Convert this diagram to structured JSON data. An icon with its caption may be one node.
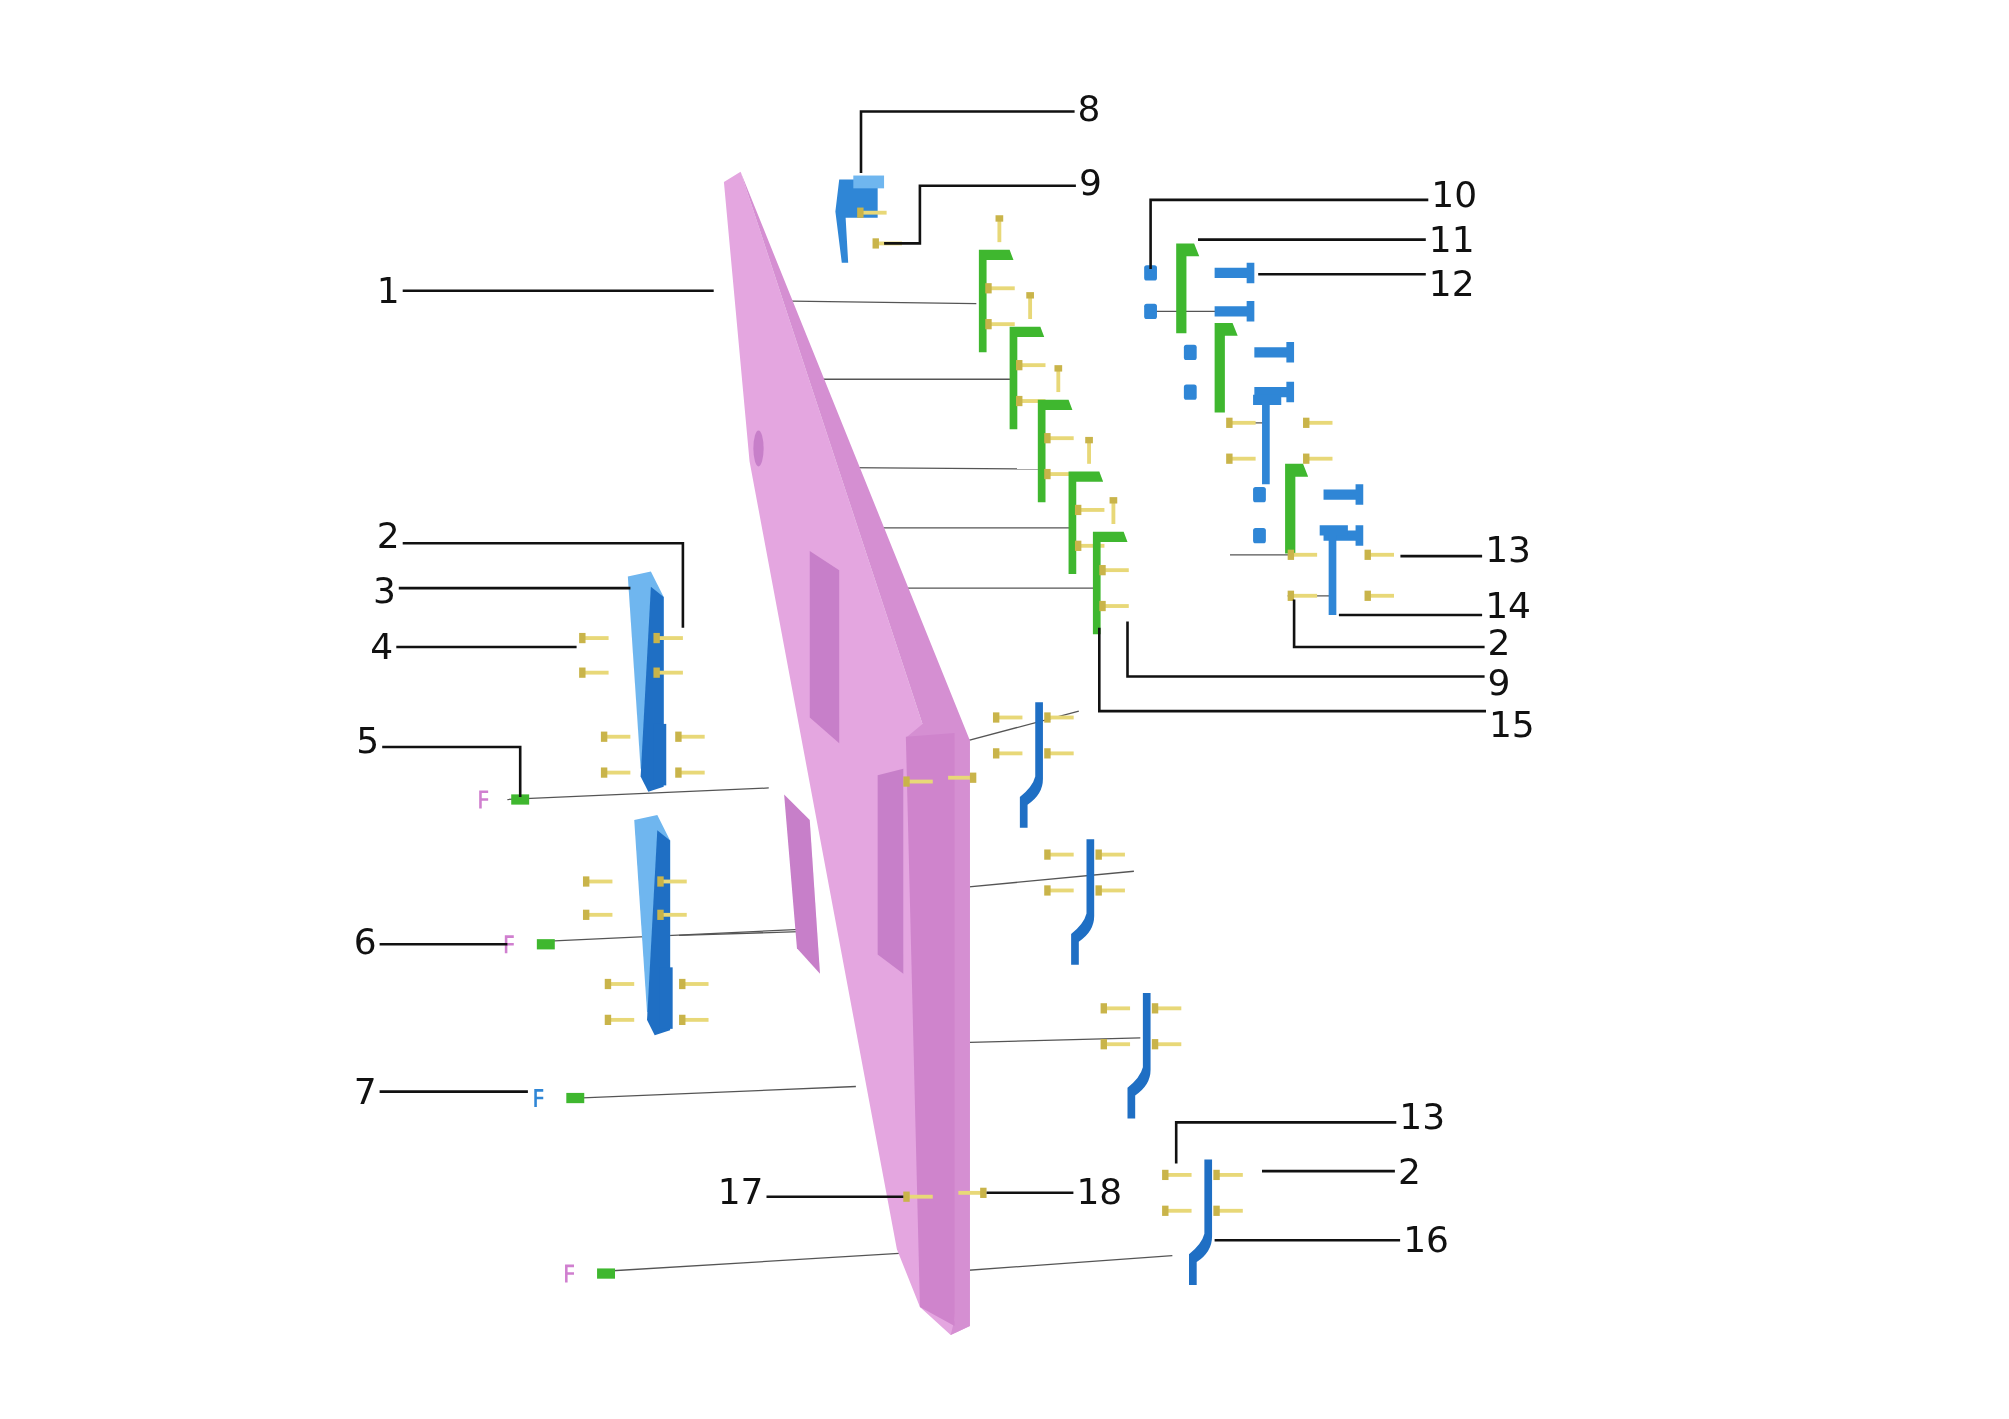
{
  "diagram": {
    "nodes": [
      {
        "text": [
          "8"
        ]
      },
      {
        "text": [
          "9"
        ]
      },
      {
        "text": [
          "10"
        ]
      },
      {
        "text": [
          "11"
        ]
      },
      {
        "text": [
          "12"
        ]
      },
      {
        "text": [
          "1"
        ]
      },
      {
        "text": [
          "2"
        ]
      },
      {
        "text": [
          "3"
        ]
      },
      {
        "text": [
          "13"
        ]
      },
      {
        "text": [
          "14"
        ]
      },
      {
        "text": [
          "2"
        ]
      },
      {
        "text": [
          "4"
        ]
      },
      {
        "text": [
          "9"
        ]
      },
      {
        "text": [
          "15"
        ]
      },
      {
        "text": [
          "5"
        ]
      },
      {
        "text": [
          "6"
        ]
      },
      {
        "text": [
          "7"
        ]
      },
      {
        "text": [
          "13"
        ]
      },
      {
        "text": [
          "2"
        ]
      },
      {
        "text": [
          "17"
        ]
      },
      {
        "text": [
          "18"
        ]
      },
      {
        "text": [
          "16"
        ]
      }
    ],
    "edges": [
      {
        "from": 0,
        "to": null,
        "arrow": "none"
      },
      {
        "from": 1,
        "to": null,
        "arrow": "none"
      },
      {
        "from": 2,
        "to": null,
        "arrow": "none"
      },
      {
        "from": 3,
        "to": null,
        "arrow": "none"
      },
      {
        "from": 4,
        "to": null,
        "arrow": "none"
      },
      {
        "from": 5,
        "to": null,
        "arrow": "none"
      },
      {
        "from": 6,
        "to": null,
        "arrow": "none"
      },
      {
        "from": 7,
        "to": null,
        "arrow": "none"
      },
      {
        "from": 8,
        "to": null,
        "arrow": "none"
      },
      {
        "from": 9,
        "to": null,
        "arrow": "none"
      },
      {
        "from": 10,
        "to": null,
        "arrow": "none"
      },
      {
        "from": 11,
        "to": null,
        "arrow": "none"
      },
      {
        "from": 12,
        "to": null,
        "arrow": "none"
      },
      {
        "from": 13,
        "to": null,
        "arrow": "none"
      },
      {
        "from": 14,
        "to": null,
        "arrow": "none"
      },
      {
        "from": 15,
        "to": null,
        "arrow": "none"
      },
      {
        "from": 16,
        "to": null,
        "arrow": "none"
      },
      {
        "from": 17,
        "to": null,
        "arrow": "none"
      },
      {
        "from": 18,
        "to": null,
        "arrow": "none"
      },
      {
        "from": 19,
        "to": null,
        "arrow": "none"
      },
      {
        "from": 20,
        "to": null,
        "arrow": "none"
      },
      {
        "from": 21,
        "to": null,
        "arrow": "none"
      }
    ]
  }
}
